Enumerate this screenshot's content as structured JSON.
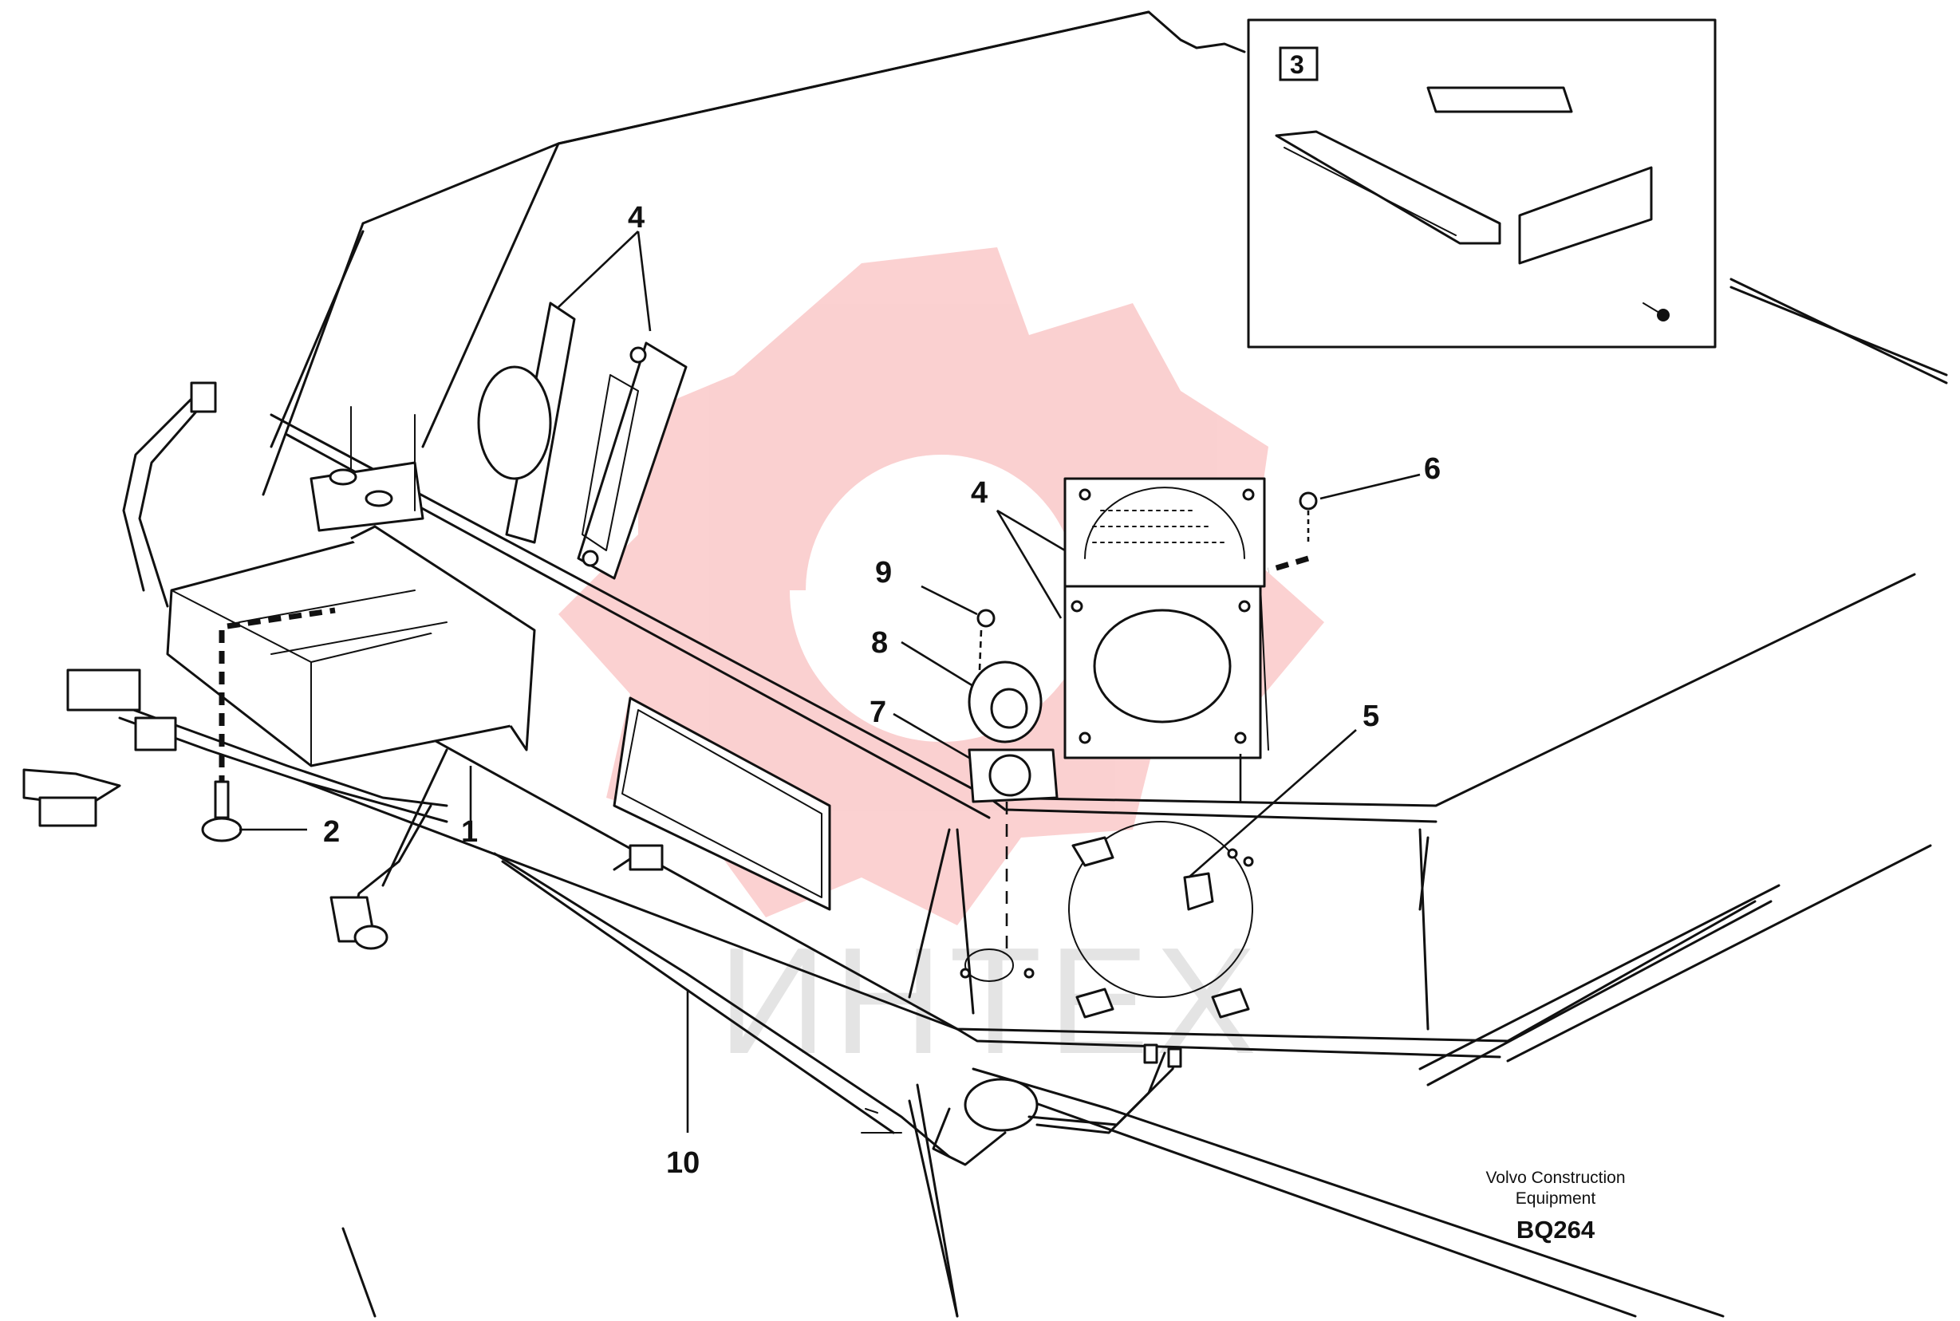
{
  "callouts": [
    {
      "id": "1",
      "label": "1"
    },
    {
      "id": "2",
      "label": "2"
    },
    {
      "id": "3",
      "label": "3"
    },
    {
      "id": "4a",
      "label": "4"
    },
    {
      "id": "4b",
      "label": "4"
    },
    {
      "id": "5",
      "label": "5"
    },
    {
      "id": "6",
      "label": "6"
    },
    {
      "id": "7",
      "label": "7"
    },
    {
      "id": "8",
      "label": "8"
    },
    {
      "id": "9",
      "label": "9"
    },
    {
      "id": "10",
      "label": "10"
    }
  ],
  "credit": {
    "line1": "Volvo Construction",
    "line2": "Equipment"
  },
  "figure_code": "BQ264",
  "watermark": {
    "text": "ИНТЕХ",
    "color": "#f05a5a"
  }
}
